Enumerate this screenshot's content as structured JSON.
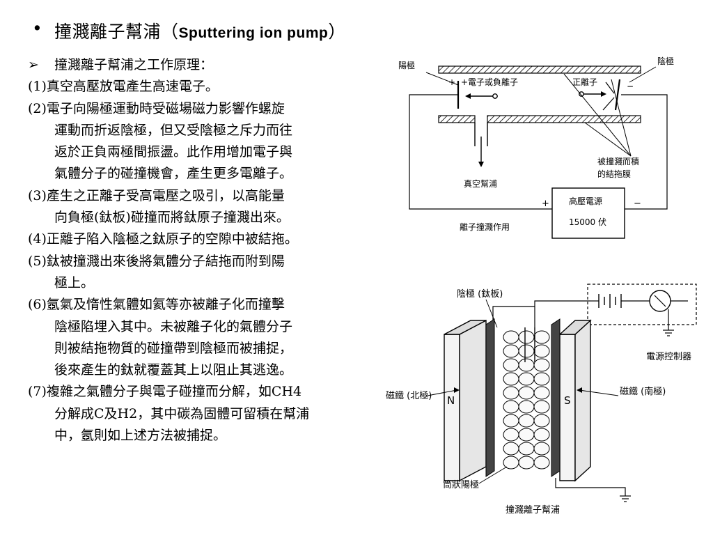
{
  "title": {
    "bullet": "•",
    "chinese": "撞濺離子幫浦（",
    "english": "Sputtering ion pump",
    "close": "）"
  },
  "body": {
    "sub_bullet": "➢",
    "heading": "撞濺離子幫浦之工作原理：",
    "lines": [
      {
        "text": "(1)真空高壓放電產生高速電子。",
        "indent": false
      },
      {
        "text": "(2)電子向陽極運動時受磁場磁力影響作螺旋",
        "indent": false
      },
      {
        "text": "運動而折返陰極，但又受陰極之斥力而往",
        "indent": true
      },
      {
        "text": "返於正負兩極間振盪。此作用增加電子與",
        "indent": true
      },
      {
        "text": "氣體分子的碰撞機會，產生更多電離子。",
        "indent": true
      },
      {
        "text": "(3)產生之正離子受高電壓之吸引，以高能量",
        "indent": false
      },
      {
        "text": "向負極(鈦板)碰撞而將鈦原子撞濺出來。",
        "indent": true
      },
      {
        "text": "(4)正離子陷入陰極之鈦原子的空隙中被結拖。",
        "indent": false
      },
      {
        "text": "(5)鈦被撞濺出來後將氣體分子結拖而附到陽",
        "indent": false
      },
      {
        "text": "極上。",
        "indent": true
      },
      {
        "text": "(6)氬氣及惰性氣體如氦等亦被離子化而撞擊",
        "indent": false
      },
      {
        "text": "陰極陷埋入其中。未被離子化的氣體分子",
        "indent": true
      },
      {
        "text": "則被結拖物質的碰撞帶到陰極而被捕捉，",
        "indent": true
      },
      {
        "text": "後來產生的鈦就覆蓋其上以阻止其逃逸。",
        "indent": true
      },
      {
        "text": "(7)複雜之氣體分子與電子碰撞而分解，如CH4",
        "indent": false
      },
      {
        "text": "分解成C及H2，其中碳為固體可留積在幫浦",
        "indent": true
      },
      {
        "text": "中，氬則如上述方法被捕捉。",
        "indent": true
      }
    ]
  },
  "figure1": {
    "anode": "陽極",
    "cathode": "陰極",
    "electron": "+電子或負離子",
    "positive_ion": "正離子",
    "plus_sign": "+",
    "minus_sign": "−",
    "film1": "被撞濺而積",
    "film2": "的結拖膜",
    "vacuum_pump": "真空幫浦",
    "psu_line1": "高壓電源",
    "psu_line2": "15000 伏",
    "caption": "離子撞濺作用",
    "wire_plus": "+",
    "wire_minus": "−"
  },
  "figure2": {
    "cathode": "陰極 (鈦板)",
    "controller": "電源控制器",
    "magnet_north": "磁鐵 (北極)",
    "magnet_south": "磁鐵 (南極)",
    "n_label": "N",
    "s_label": "S",
    "anode": "筒狀陽極",
    "caption": "撞濺離子幫浦"
  }
}
